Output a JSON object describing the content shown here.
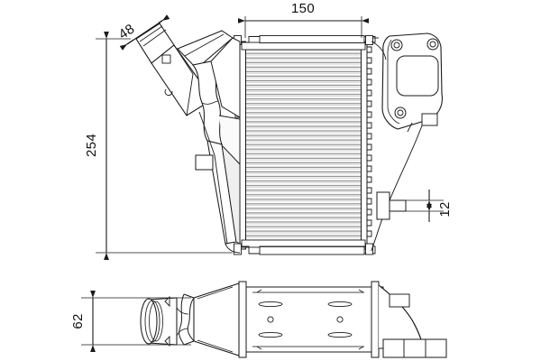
{
  "drawing": {
    "type": "engineering-technical-drawing",
    "subject": "Intercooler / charge air cooler",
    "background_color": "#ffffff",
    "line_color": "#1a1a1a",
    "fin_color": "#9a9a9a",
    "shade_color": "#d8d8d8"
  },
  "dimensions": {
    "width_top": "150",
    "height_left": "254",
    "inlet_width": "48",
    "tab_thickness": "12",
    "depth_bottom": "62"
  },
  "views": {
    "front": {
      "name": "front-view",
      "features": [
        "finned-core",
        "left-side-tank",
        "right-side-tank",
        "angled-inlet-duct",
        "mounting-bracket",
        "lower-tab"
      ]
    },
    "plan": {
      "name": "plan-view",
      "features": [
        "circular-inlet-pipe",
        "tapered-transition-duct",
        "core-body",
        "mounting-slots",
        "bolt-holes",
        "right-outlet-housing"
      ]
    }
  },
  "bracket": {
    "hole_count": 3,
    "opening": "rounded-square"
  },
  "core": {
    "fin_rows": 42,
    "tank_castellations": 18
  }
}
